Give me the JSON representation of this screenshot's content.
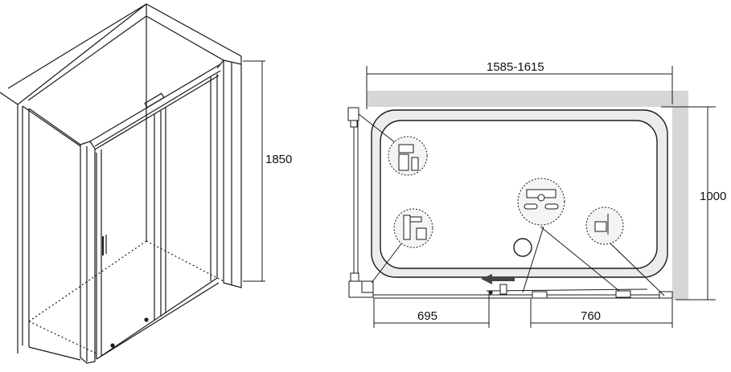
{
  "dimensions": {
    "height": "1850",
    "width_range": "1585-1615",
    "depth": "1000",
    "door_opening": "695",
    "sliding_panel": "760"
  },
  "colors": {
    "line": "#1a1a1a",
    "wall": "#d6d6d6",
    "tray_fill": "#ececec",
    "detail_fill": "#f4f4f4"
  },
  "icons": [
    "arrow-left-icon",
    "drain-icon"
  ]
}
